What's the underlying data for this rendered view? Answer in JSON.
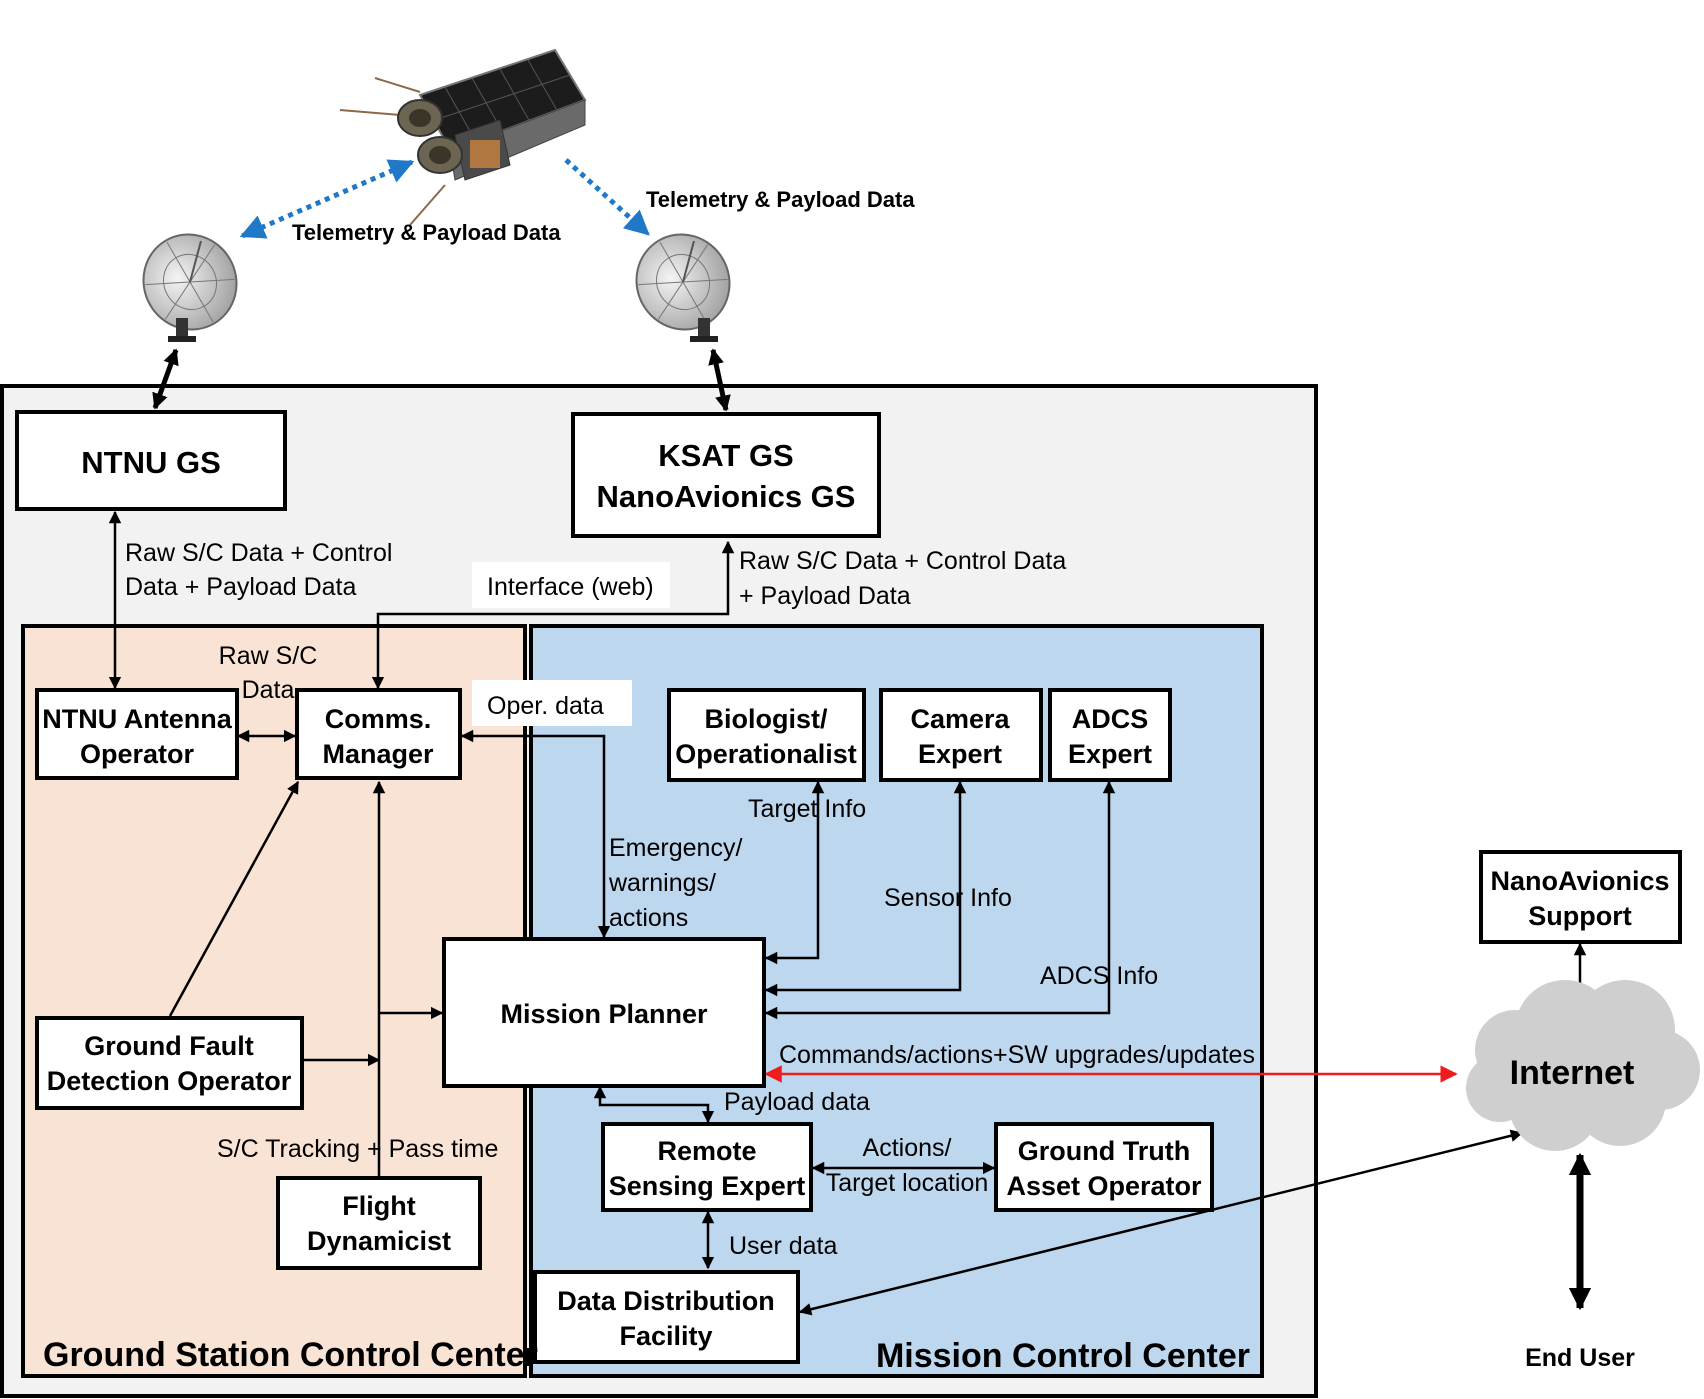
{
  "satellite": {
    "label": ""
  },
  "downlinks": {
    "left_label": "Telemetry & Payload Data",
    "right_label": "Telemetry & Payload Data"
  },
  "areas": {
    "gscc": "Ground Station Control Center",
    "mcc": "Mission Control Center"
  },
  "nodes": {
    "ntnu_gs": [
      "NTNU GS"
    ],
    "ksat_gs": [
      "KSAT GS",
      "NanoAvionics GS"
    ],
    "ntnu_antenna": [
      "NTNU Antenna",
      "Operator"
    ],
    "comms_manager": [
      "Comms.",
      "Manager"
    ],
    "ground_fault": [
      "Ground Fault",
      "Detection Operator"
    ],
    "flight_dynamicist": [
      "Flight",
      "Dynamicist"
    ],
    "mission_planner": [
      "Mission Planner"
    ],
    "biologist": [
      "Biologist/",
      "Operationalist"
    ],
    "camera_expert": [
      "Camera",
      "Expert"
    ],
    "adcs_expert": [
      "ADCS",
      "Expert"
    ],
    "remote_sensing": [
      "Remote",
      "Sensing Expert"
    ],
    "ground_truth": [
      "Ground Truth",
      "Asset Operator"
    ],
    "data_distribution": [
      "Data Distribution",
      "Facility"
    ],
    "nanoavionics_support": [
      "NanoAvionics",
      "Support"
    ],
    "internet": [
      "Internet"
    ],
    "end_user": [
      "End User"
    ]
  },
  "edges": {
    "ntnu_raw": [
      "Raw S/C Data + Control",
      "Data + Payload Data"
    ],
    "ksat_raw": [
      "Raw S/C Data + Control Data",
      "+ Payload Data"
    ],
    "interface_web": [
      "Interface (web)"
    ],
    "raw_sc": [
      "Raw S/C",
      "Data"
    ],
    "oper_data": [
      "Oper. data"
    ],
    "emergency": [
      "Emergency/",
      "warnings/",
      "actions"
    ],
    "target_info": [
      "Target Info"
    ],
    "sensor_info": [
      "Sensor Info"
    ],
    "adcs_info": [
      "ADCS Info"
    ],
    "commands": [
      "Commands/actions+SW upgrades/updates"
    ],
    "payload_data": [
      "Payload data"
    ],
    "sc_tracking": [
      "S/C Tracking + Pass time"
    ],
    "actions_target": [
      "Actions/",
      "Target location"
    ],
    "user_data": [
      "User data"
    ]
  },
  "colors": {
    "gscc_fill": "#f9e3d5",
    "mcc_fill": "#bdd7ee",
    "outer_fill": "#f2f2f2",
    "downlink_arrow": "#1f78c8",
    "commands_arrow": "#ee1c1c",
    "internet_cloud": "#cfcfcf"
  }
}
